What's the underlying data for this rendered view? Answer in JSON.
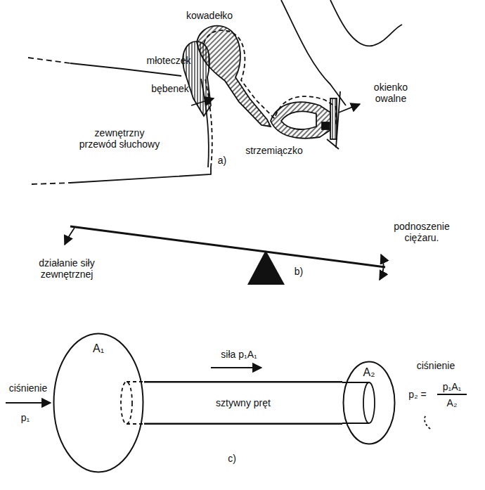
{
  "diagram": {
    "nodes": [
      {
        "text": [
          "A₁"
        ]
      },
      {
        "text": [
          "A₂"
        ]
      }
    ],
    "edges": [
      {
        "from": 0,
        "to": 1,
        "arrow": "none",
        "label": "sztywny pręt"
      }
    ],
    "labels": [
      "kowadełko",
      "młoteczek",
      "bębenek",
      "zewnętrzny przewód słuchowy",
      "strzemiączko",
      "okienko owalne",
      "a)",
      "działanie siły zewnętrznej",
      "podnoszenie ciężaru.",
      "b)",
      "ciśnienie",
      "p₁",
      "siła p₁A₁",
      "ciśnienie",
      "p₂ =",
      "p₁A₁",
      "A₂",
      "c)"
    ]
  }
}
